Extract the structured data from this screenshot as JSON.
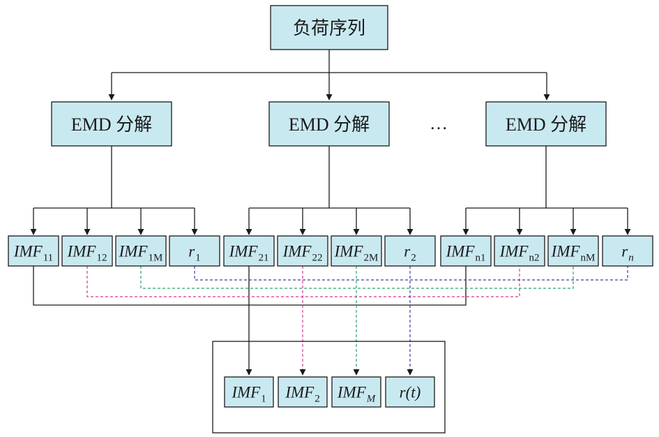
{
  "root": {
    "label": "负荷序列"
  },
  "emd_boxes": [
    {
      "label": "EMD 分解"
    },
    {
      "label": "EMD 分解"
    },
    {
      "label": "EMD 分解"
    }
  ],
  "ellipsis": "…",
  "components": [
    {
      "main": "IMF",
      "sub": "11",
      "sub_italic": false
    },
    {
      "main": "IMF",
      "sub": "12",
      "sub_italic": false
    },
    {
      "main": "IMF",
      "sub": "1M",
      "sub_italic": false
    },
    {
      "main": "r",
      "sub": "1",
      "sub_italic": false
    },
    {
      "main": "IMF",
      "sub": "21",
      "sub_italic": false
    },
    {
      "main": "IMF",
      "sub": "22",
      "sub_italic": false
    },
    {
      "main": "IMF",
      "sub": "2M",
      "sub_italic": false
    },
    {
      "main": "r",
      "sub": "2",
      "sub_italic": false
    },
    {
      "main": "IMF",
      "sub": "n1",
      "sub_italic": false
    },
    {
      "main": "IMF",
      "sub": "n2",
      "sub_italic": false
    },
    {
      "main": "IMF",
      "sub": "nM",
      "sub_italic": false
    },
    {
      "main": "r",
      "sub": "n",
      "sub_italic": true
    }
  ],
  "outputs": [
    {
      "main": "IMF",
      "sub": "1",
      "sub_italic": false
    },
    {
      "main": "IMF",
      "sub": "2",
      "sub_italic": false
    },
    {
      "main": "IMF",
      "sub": "M",
      "sub_italic": true
    },
    {
      "main": "r(t)",
      "sub": "",
      "sub_italic": false
    }
  ],
  "colors": {
    "box_fill": "#c9e9f1",
    "stroke": "#1a1a1a",
    "dash_imf2": "#d6398a",
    "dash_imfM": "#27a06a",
    "dash_r": "#3a3e9c"
  }
}
